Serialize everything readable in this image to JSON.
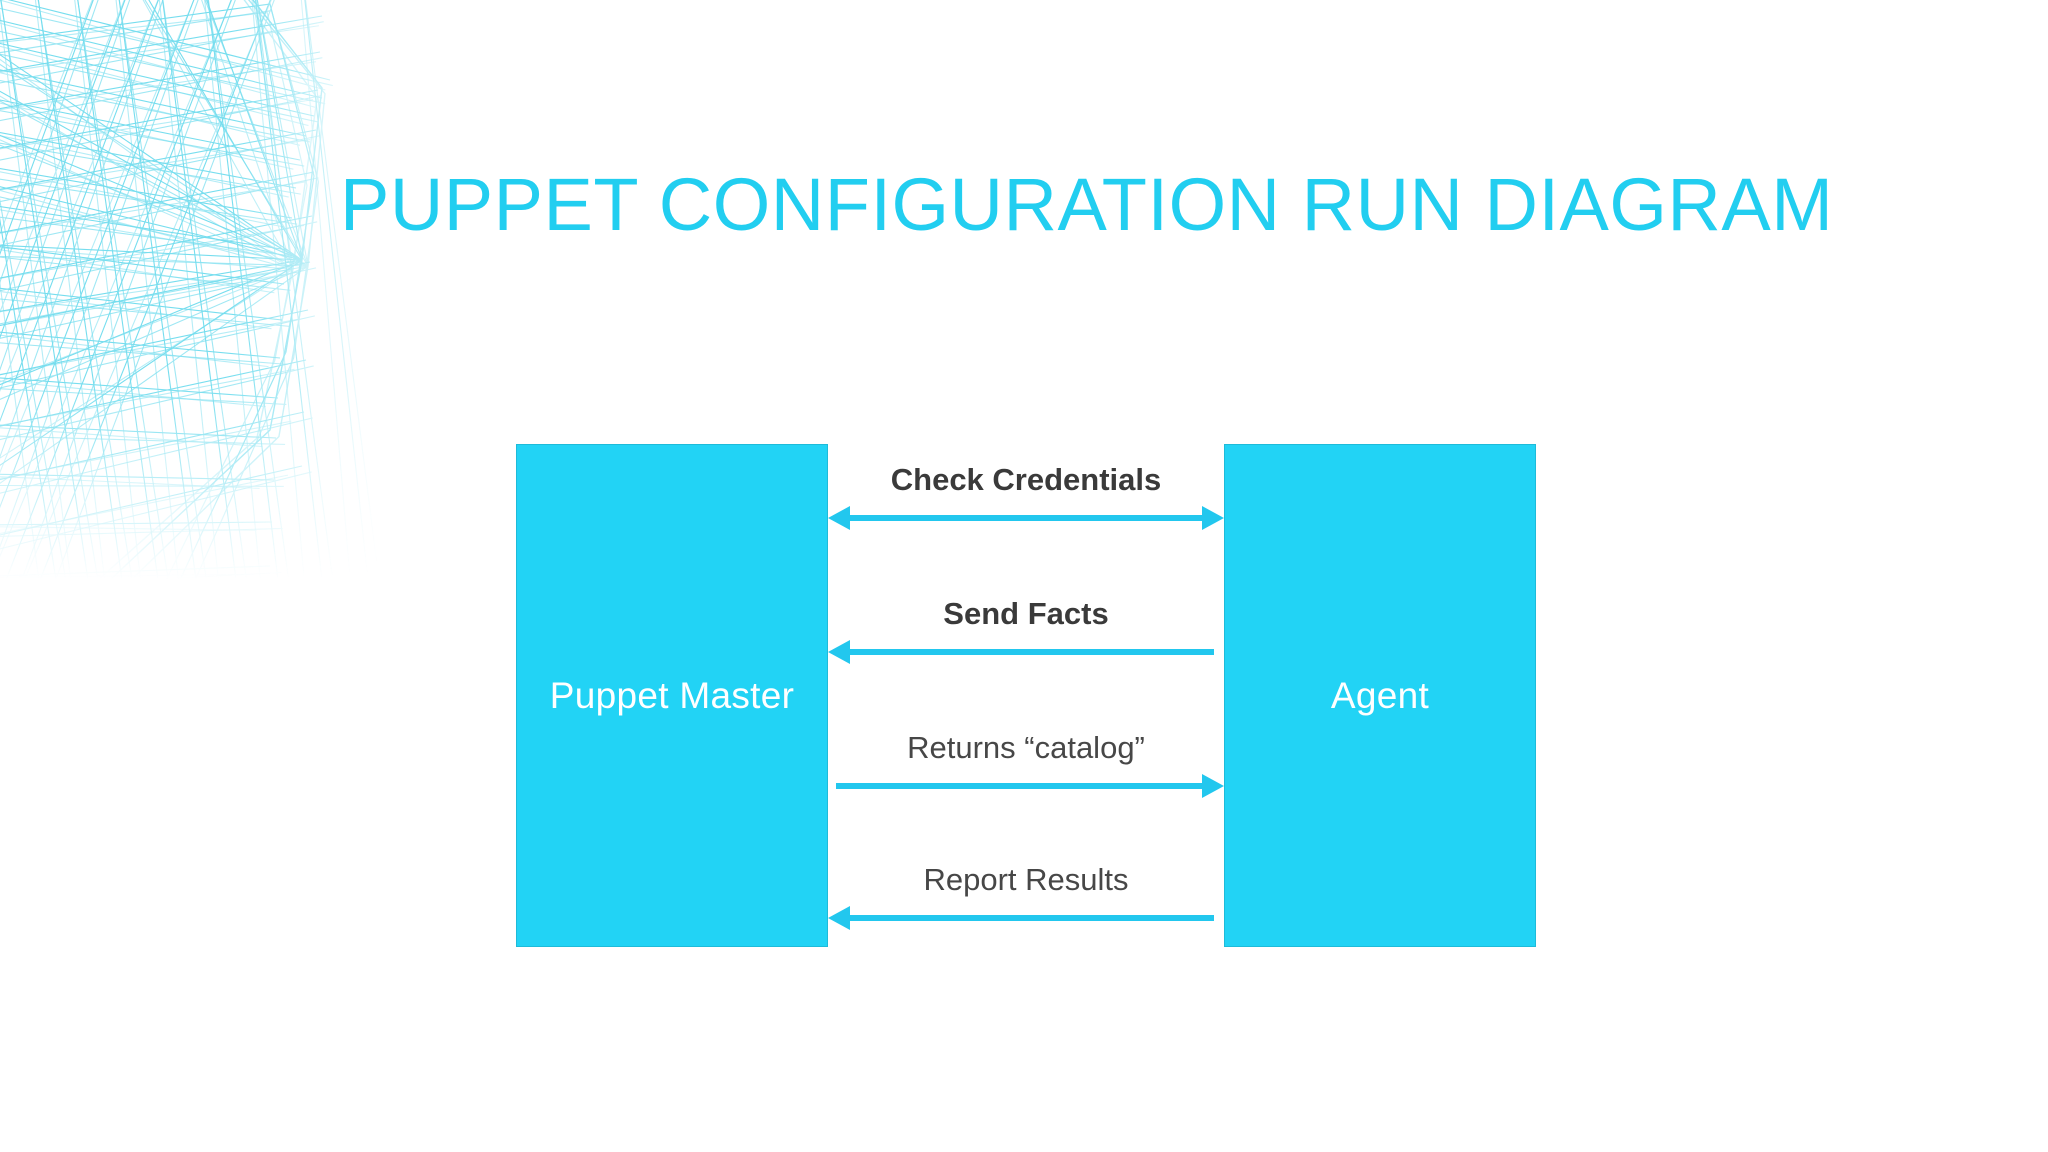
{
  "slide": {
    "title": "PUPPET CONFIGURATION RUN DIAGRAM",
    "background_color": "#FFFFFF",
    "title_color": "#22CEF0",
    "accent_color": "#22D3F5",
    "decor": {
      "name": "wireframe-mesh-graphic",
      "color": "#8FE8F5"
    }
  },
  "diagram": {
    "type": "sequence",
    "nodes": [
      {
        "id": "master",
        "label": "Puppet Master",
        "fill": "#22D3F5",
        "text_color": "#FFFFFF"
      },
      {
        "id": "agent",
        "label": "Agent",
        "fill": "#22D3F5",
        "text_color": "#FFFFFF"
      }
    ],
    "messages": [
      {
        "id": "check-credentials",
        "label": "Check Credentials",
        "direction": "both",
        "emphasis": "bold",
        "from": "master",
        "to": "agent",
        "color": "#22C7EE"
      },
      {
        "id": "send-facts",
        "label": "Send Facts",
        "direction": "left",
        "emphasis": "bold",
        "from": "agent",
        "to": "master",
        "color": "#22C7EE"
      },
      {
        "id": "returns-catalog",
        "label": "Returns “catalog”",
        "direction": "right",
        "emphasis": "regular",
        "from": "master",
        "to": "agent",
        "color": "#22C7EE"
      },
      {
        "id": "report-results",
        "label": "Report Results",
        "direction": "left",
        "emphasis": "regular",
        "from": "agent",
        "to": "master",
        "color": "#22C7EE"
      }
    ]
  }
}
